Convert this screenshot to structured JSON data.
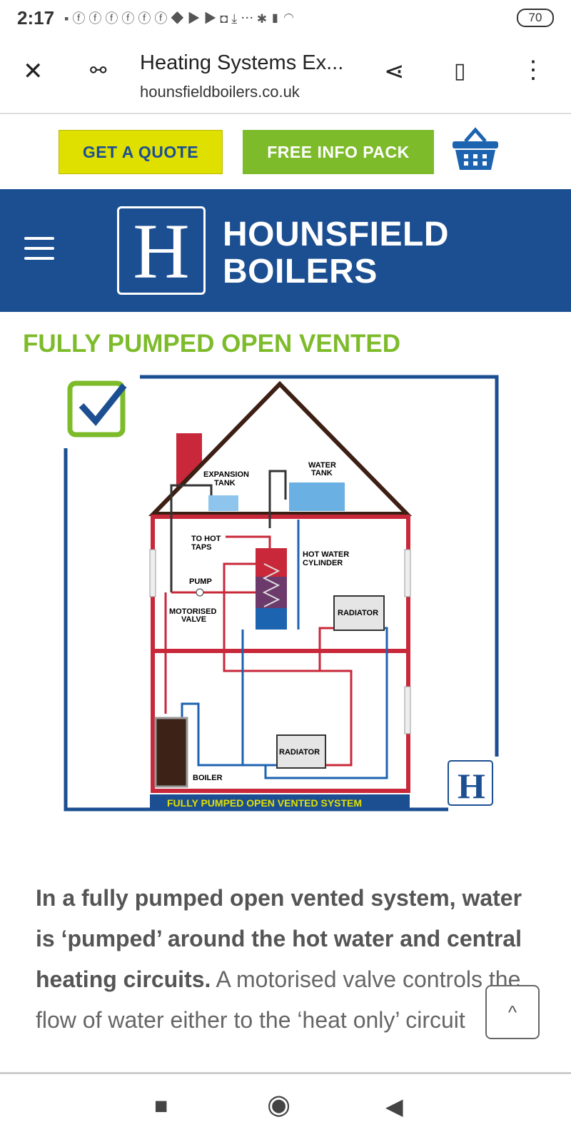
{
  "status_bar": {
    "time": "2:17",
    "battery": "70"
  },
  "browser": {
    "title": "Heating Systems Ex...",
    "url": "hounsfieldboilers.co.uk"
  },
  "cta": {
    "quote": "GET A QUOTE",
    "info_pack": "FREE INFO PACK"
  },
  "header": {
    "logo_letter": "H",
    "brand_line1": "HOUNSFIELD",
    "brand_line2": "BOILERS"
  },
  "section": {
    "heading": "FULLY PUMPED OPEN VENTED"
  },
  "diagram": {
    "labels": {
      "expansion_tank": [
        "EXPANSION",
        "TANK"
      ],
      "water_tank": [
        "WATER",
        "TANK"
      ],
      "to_hot_taps": [
        "TO HOT",
        "TAPS"
      ],
      "hot_water_cylinder": [
        "HOT WATER",
        "CYLINDER"
      ],
      "pump": "PUMP",
      "motorised_valve": [
        "MOTORISED",
        "VALVE"
      ],
      "radiator_upper": "RADIATOR",
      "radiator_lower": "RADIATOR",
      "boiler": "BOILER",
      "caption": "FULLY PUMPED OPEN VENTED SYSTEM",
      "logo": "H"
    },
    "colors": {
      "hot": "#c8283a",
      "cold": "#1c63b0",
      "frame": "#1c4f91",
      "roof": "#3d1f14",
      "check": "#7dbb2b"
    }
  },
  "paragraph": {
    "bold": "In a fully pumped open vented system, water is ‘pumped’ around the hot water and central heating circuits.",
    "text": " A motorised valve controls the flow of water either to the ‘heat only’ circuit"
  },
  "scroll_top": "^"
}
